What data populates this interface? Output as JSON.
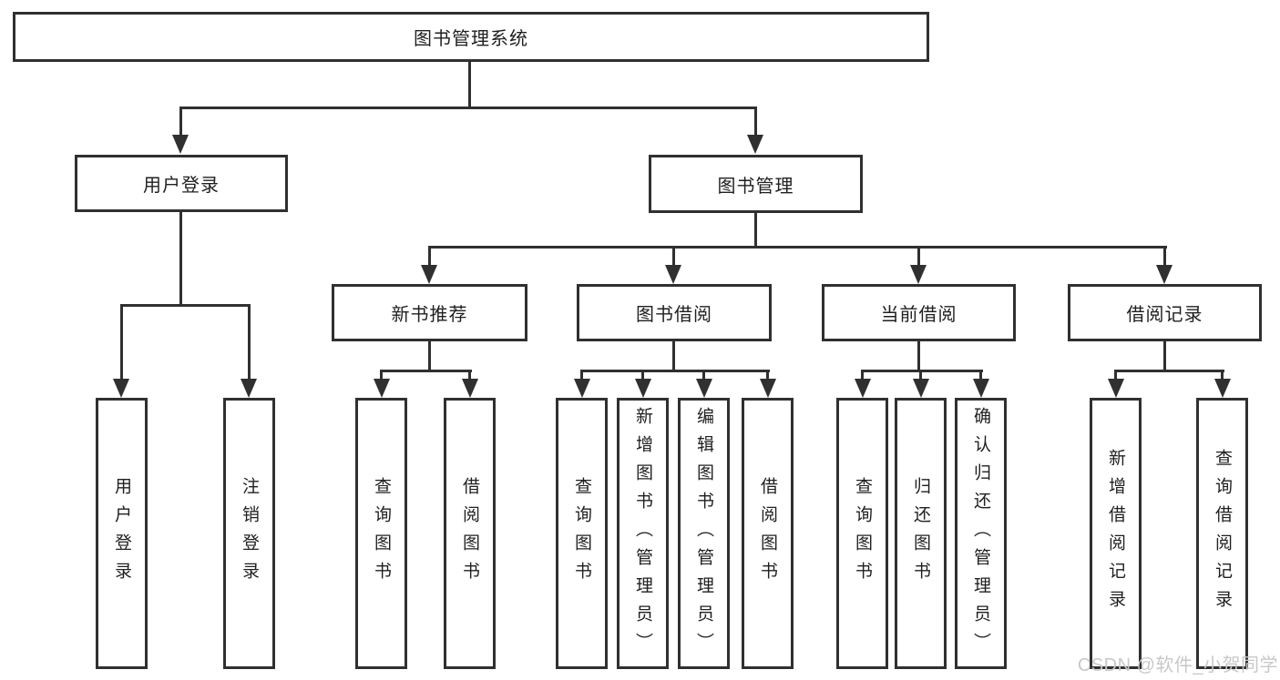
{
  "diagram": {
    "root": "图书管理系统",
    "level2": [
      {
        "label": "用户登录",
        "children": [
          "用户登录",
          "注销登录"
        ]
      },
      {
        "label": "图书管理",
        "children": [
          {
            "label": "新书推荐",
            "children": [
              "查询图书",
              "借阅图书"
            ]
          },
          {
            "label": "图书借阅",
            "children": [
              "查询图书",
              "新增图书（管理员）",
              "编辑图书（管理员）",
              "借阅图书"
            ]
          },
          {
            "label": "当前借阅",
            "children": [
              "查询图书",
              "归还图书",
              "确认归还（管理员）"
            ]
          },
          {
            "label": "借阅记录",
            "children": [
              "新增借阅记录",
              "查询借阅记录"
            ]
          }
        ]
      }
    ]
  },
  "watermark": "CSDN @软件_小贺同学",
  "colors": {
    "line": "#303030",
    "text": "#1f1f1f",
    "watermark": "#c8c8c8",
    "background": "#ffffff"
  }
}
